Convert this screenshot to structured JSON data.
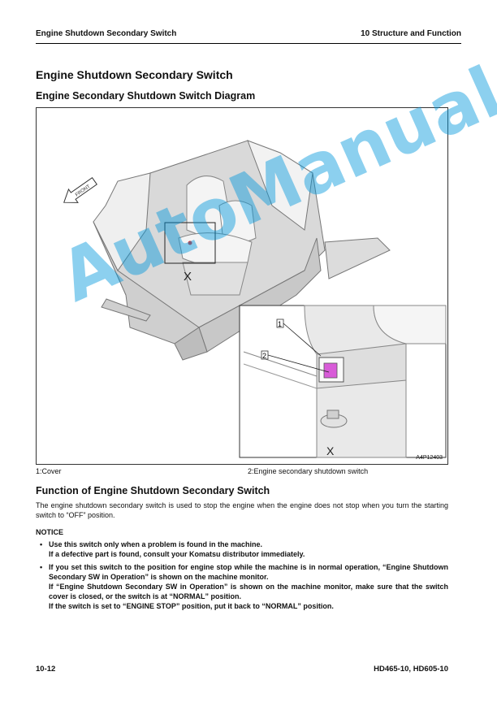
{
  "header": {
    "left": "Engine Shutdown Secondary Switch",
    "right": "10 Structure and Function"
  },
  "title": "Engine Shutdown Secondary Switch",
  "diagram": {
    "heading": "Engine Secondary Shutdown Switch Diagram",
    "front_label": "FRONT",
    "detail_label_main": "X",
    "detail_label_inset": "X",
    "callout_1": "1",
    "callout_2": "2",
    "figure_code": "A4P12403",
    "caption_1": "1:Cover",
    "caption_2": "2:Engine secondary shutdown switch"
  },
  "function": {
    "heading": "Function of Engine Shutdown Secondary Switch",
    "text": "The engine shutdown secondary switch is used to stop the engine when the engine does not stop when you turn the starting switch to “OFF” position."
  },
  "notice": {
    "label": "NOTICE",
    "items": [
      {
        "lines": [
          "Use this switch only when a problem is found in the machine.",
          "If a defective part is found, consult your Komatsu distributor immediately."
        ]
      },
      {
        "lines": [
          "If you set this switch to the position for engine stop while the machine is in normal operation, “Engine Shutdown Secondary SW in Operation” is shown on the machine monitor.",
          "If “Engine Shutdown Secondary SW in Operation” is shown on the machine monitor, make sure that the switch cover is closed, or the switch is at “NORMAL” position.",
          "If the switch is set to “ENGINE STOP” position, put it back to “NORMAL” position."
        ]
      }
    ]
  },
  "watermark": "AutoManual",
  "footer": {
    "page": "10-12",
    "model": "HD465-10, HD605-10"
  },
  "colors": {
    "switch": "#d85bd8",
    "watermark": "#0096dc"
  }
}
